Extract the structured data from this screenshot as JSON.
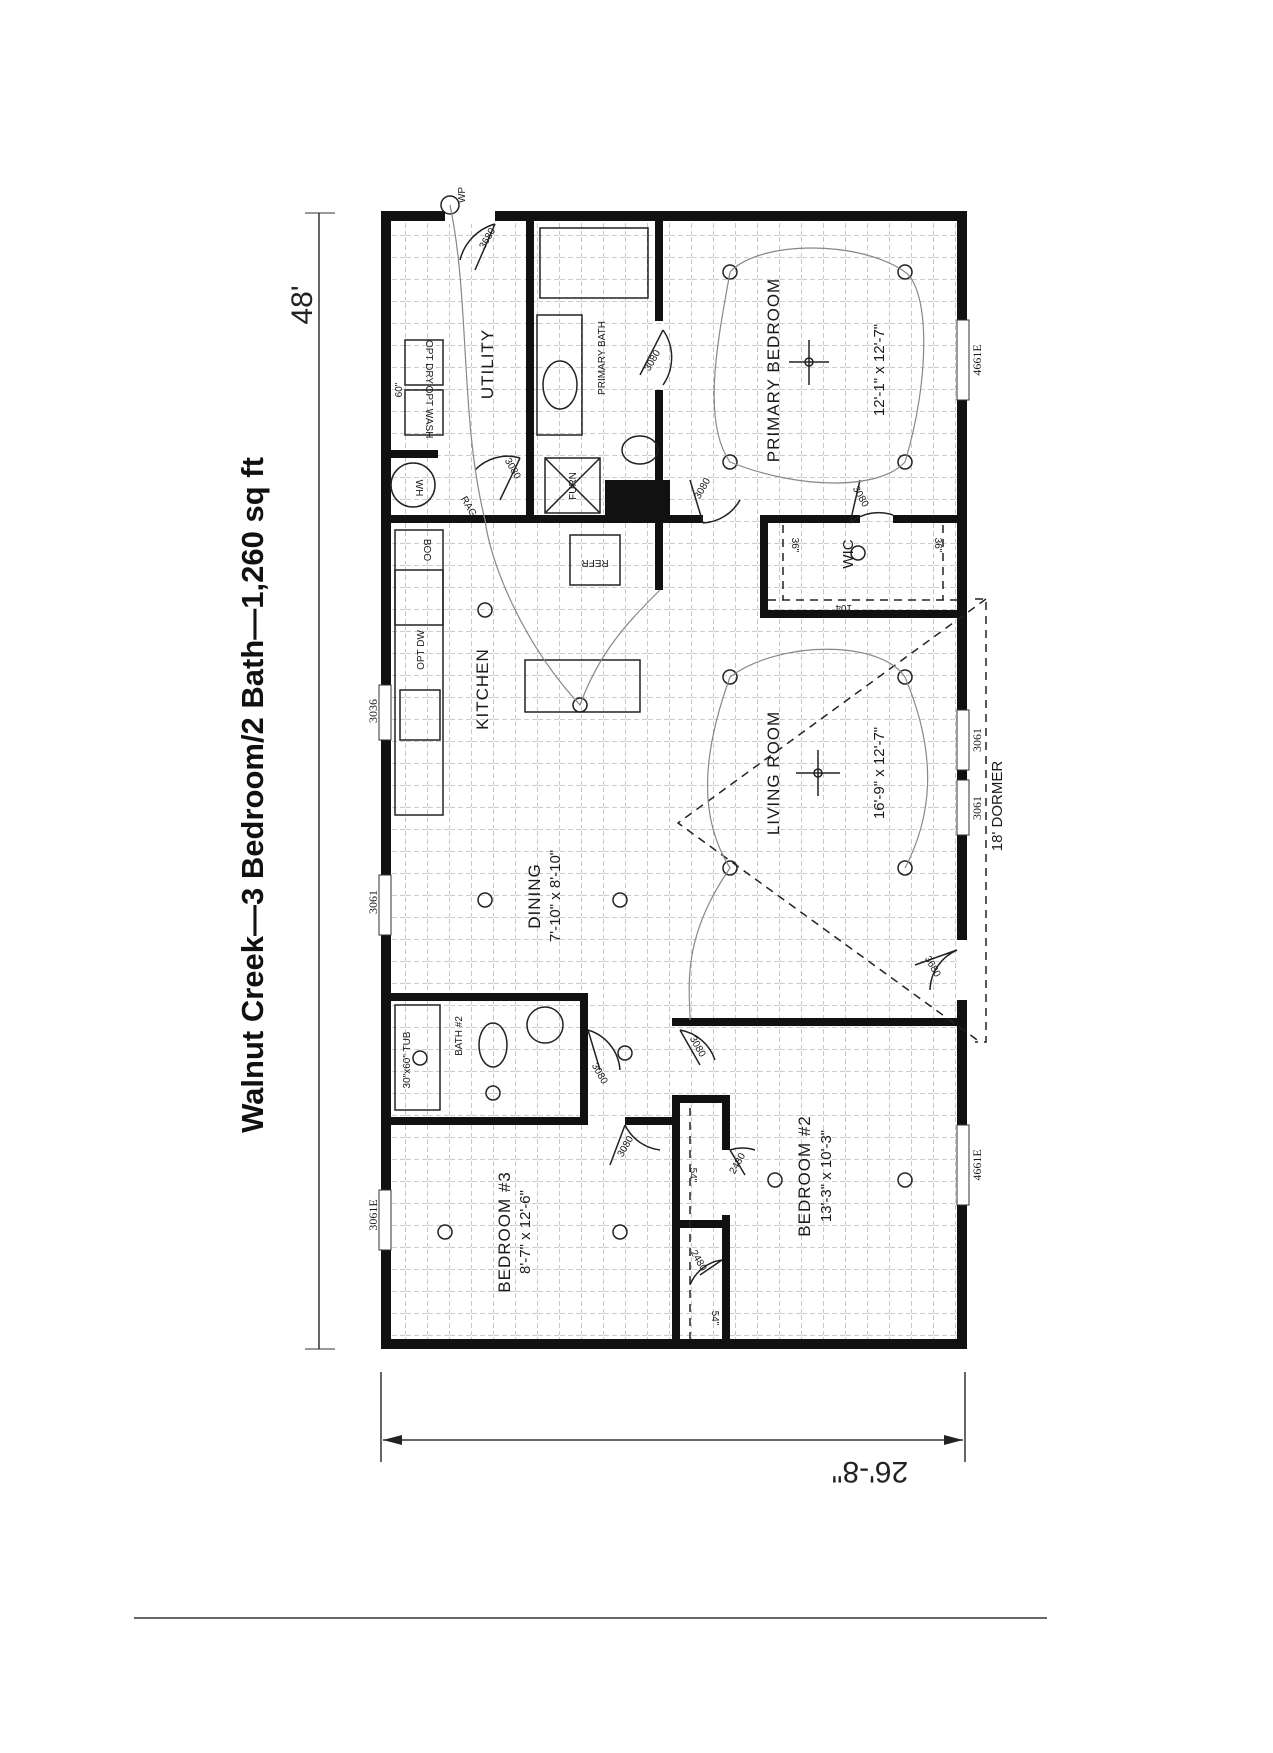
{
  "title": "Walnut Creek—3 Bedroom/2 Bath—1,260 sq ft",
  "dimensions": {
    "length": "48'",
    "width": "26'-8\""
  },
  "rooms": {
    "utility": "UTILITY",
    "primary_bath": "PRIMARY BATH",
    "primary_bedroom": {
      "name": "PRIMARY BEDROOM",
      "size": "12'-1\" x 12'-7\""
    },
    "wic": "WIC",
    "kitchen": "KITCHEN",
    "living_room": {
      "name": "LIVING ROOM",
      "size": "16'-9\" x 12'-7\""
    },
    "dining": {
      "name": "DINING",
      "size": "7'-10\" x 8'-10\""
    },
    "bath2": "BATH #2",
    "bedroom3": {
      "name": "BEDROOM #3",
      "size": "8'-7\" x 12'-6\""
    },
    "bedroom2": {
      "name": "BEDROOM #2",
      "size": "13'-3\" x 10'-3\""
    },
    "dormer": "18' DORMER"
  },
  "windows": {
    "left": [
      "3036",
      "3061",
      "3061E"
    ],
    "right": [
      "4661E",
      "3061",
      "3061",
      "4661E"
    ]
  },
  "doors": {
    "rear": "3680",
    "front": "3680",
    "primary_bath": "3080",
    "utility": "3080",
    "primary_bed": "3080",
    "wic": "3080",
    "bath2": "3080",
    "bedroom2": "3080",
    "bedroom3": "3080",
    "closet2": "2480",
    "closet3": "2480"
  },
  "fixtures": {
    "wh": "WH",
    "opt_dry": "OPT DRY",
    "opt_wash": "OPT WASH",
    "w60": "60\"",
    "boo": "BOO",
    "refr": "REFR",
    "opt_dw": "OPT DW",
    "tub": "30\"x60\" TUB",
    "rag": "RAG",
    "furn": "FURN",
    "wic_36a": "36\"",
    "wic_36b": "36\"",
    "wic_104": "104\"",
    "closet_54a": "54\"",
    "closet_54b": "54\"",
    "wp": "WP"
  }
}
